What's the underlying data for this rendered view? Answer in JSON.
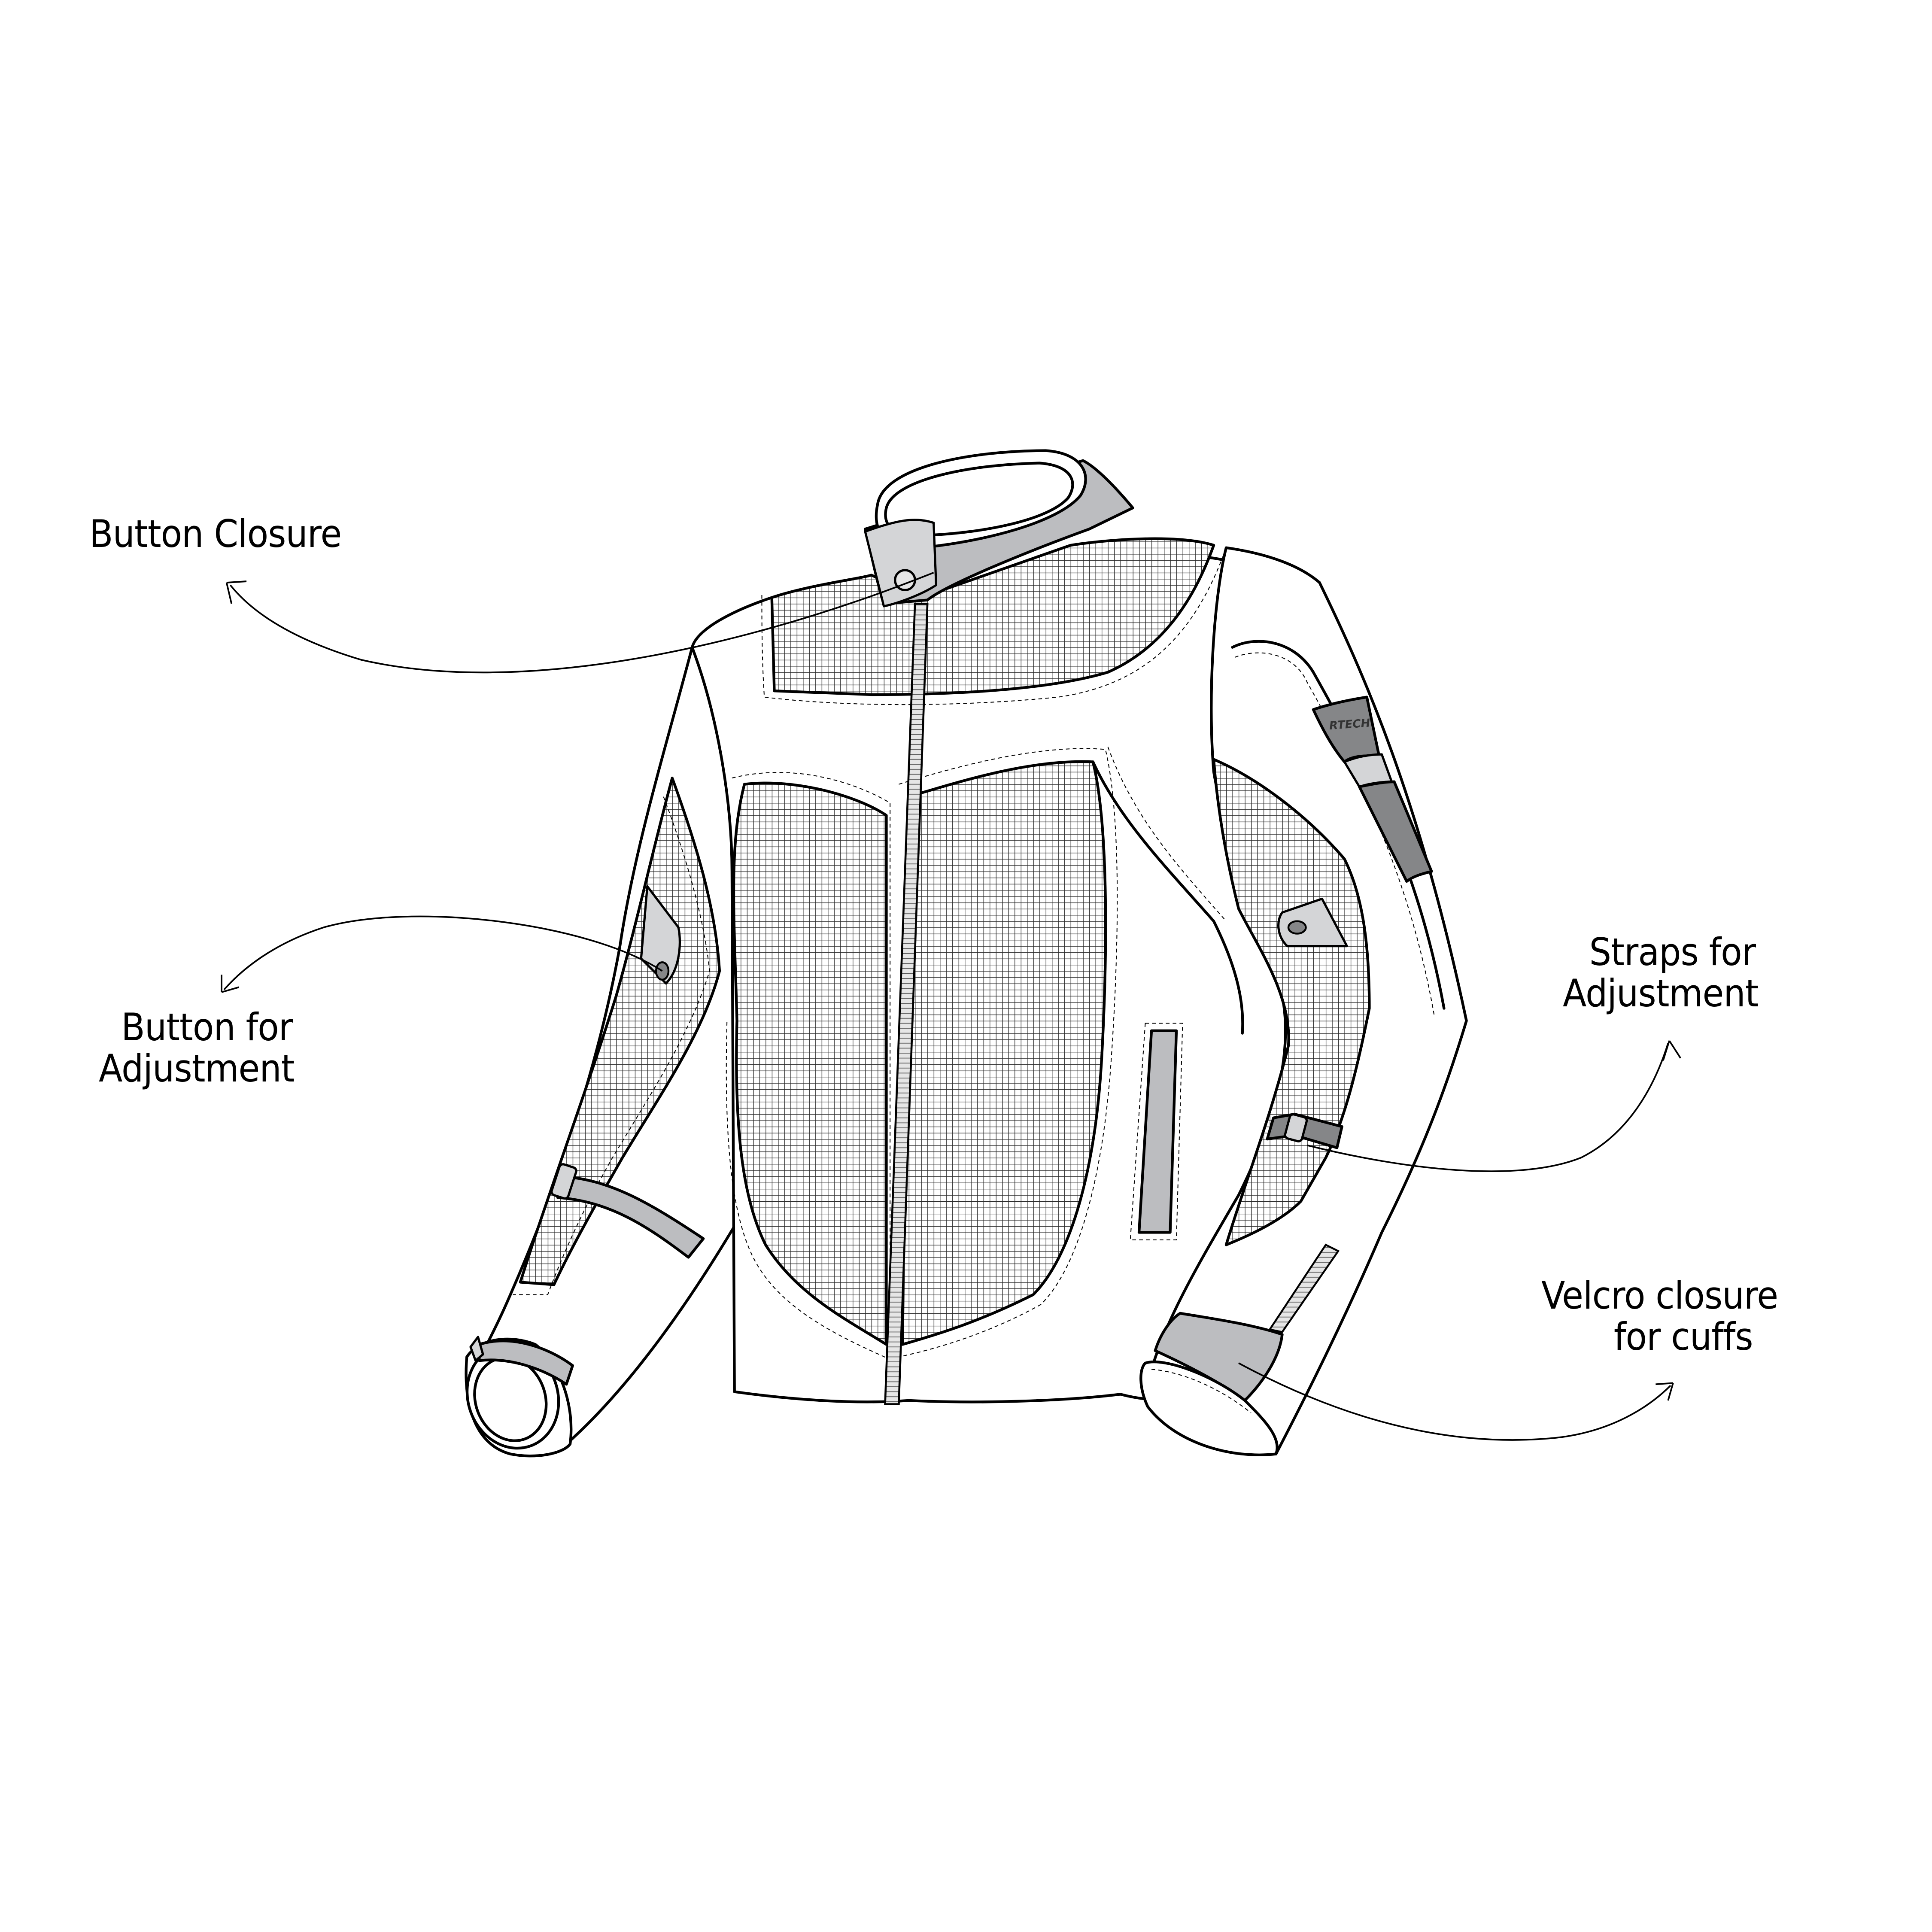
{
  "diagram": {
    "subject": "Mesh motorcycle jacket technical drawing",
    "brand_logo_text": "RTECH",
    "colors": {
      "background": "#ffffff",
      "outline": "#000000",
      "panel_light_gray": "#bcbdc0",
      "panel_very_light_gray": "#d4d5d7",
      "panel_dark_gray": "#858688",
      "mesh_fill": "#ffffff"
    },
    "callouts": [
      {
        "id": "button-closure",
        "lines": [
          "Button Closure"
        ],
        "points_to": "collar tab button"
      },
      {
        "id": "button-for-adjustment",
        "lines": [
          "Button for",
          "Adjustment"
        ],
        "points_to": "left sleeve tab button"
      },
      {
        "id": "straps-for-adjustment",
        "lines": [
          "Straps for",
          "Adjustment"
        ],
        "points_to": "right sleeve strap buckle"
      },
      {
        "id": "velcro-closure-for-cuffs",
        "lines": [
          "Velcro closure",
          "for cuffs"
        ],
        "points_to": "right cuff velcro tab"
      }
    ]
  }
}
